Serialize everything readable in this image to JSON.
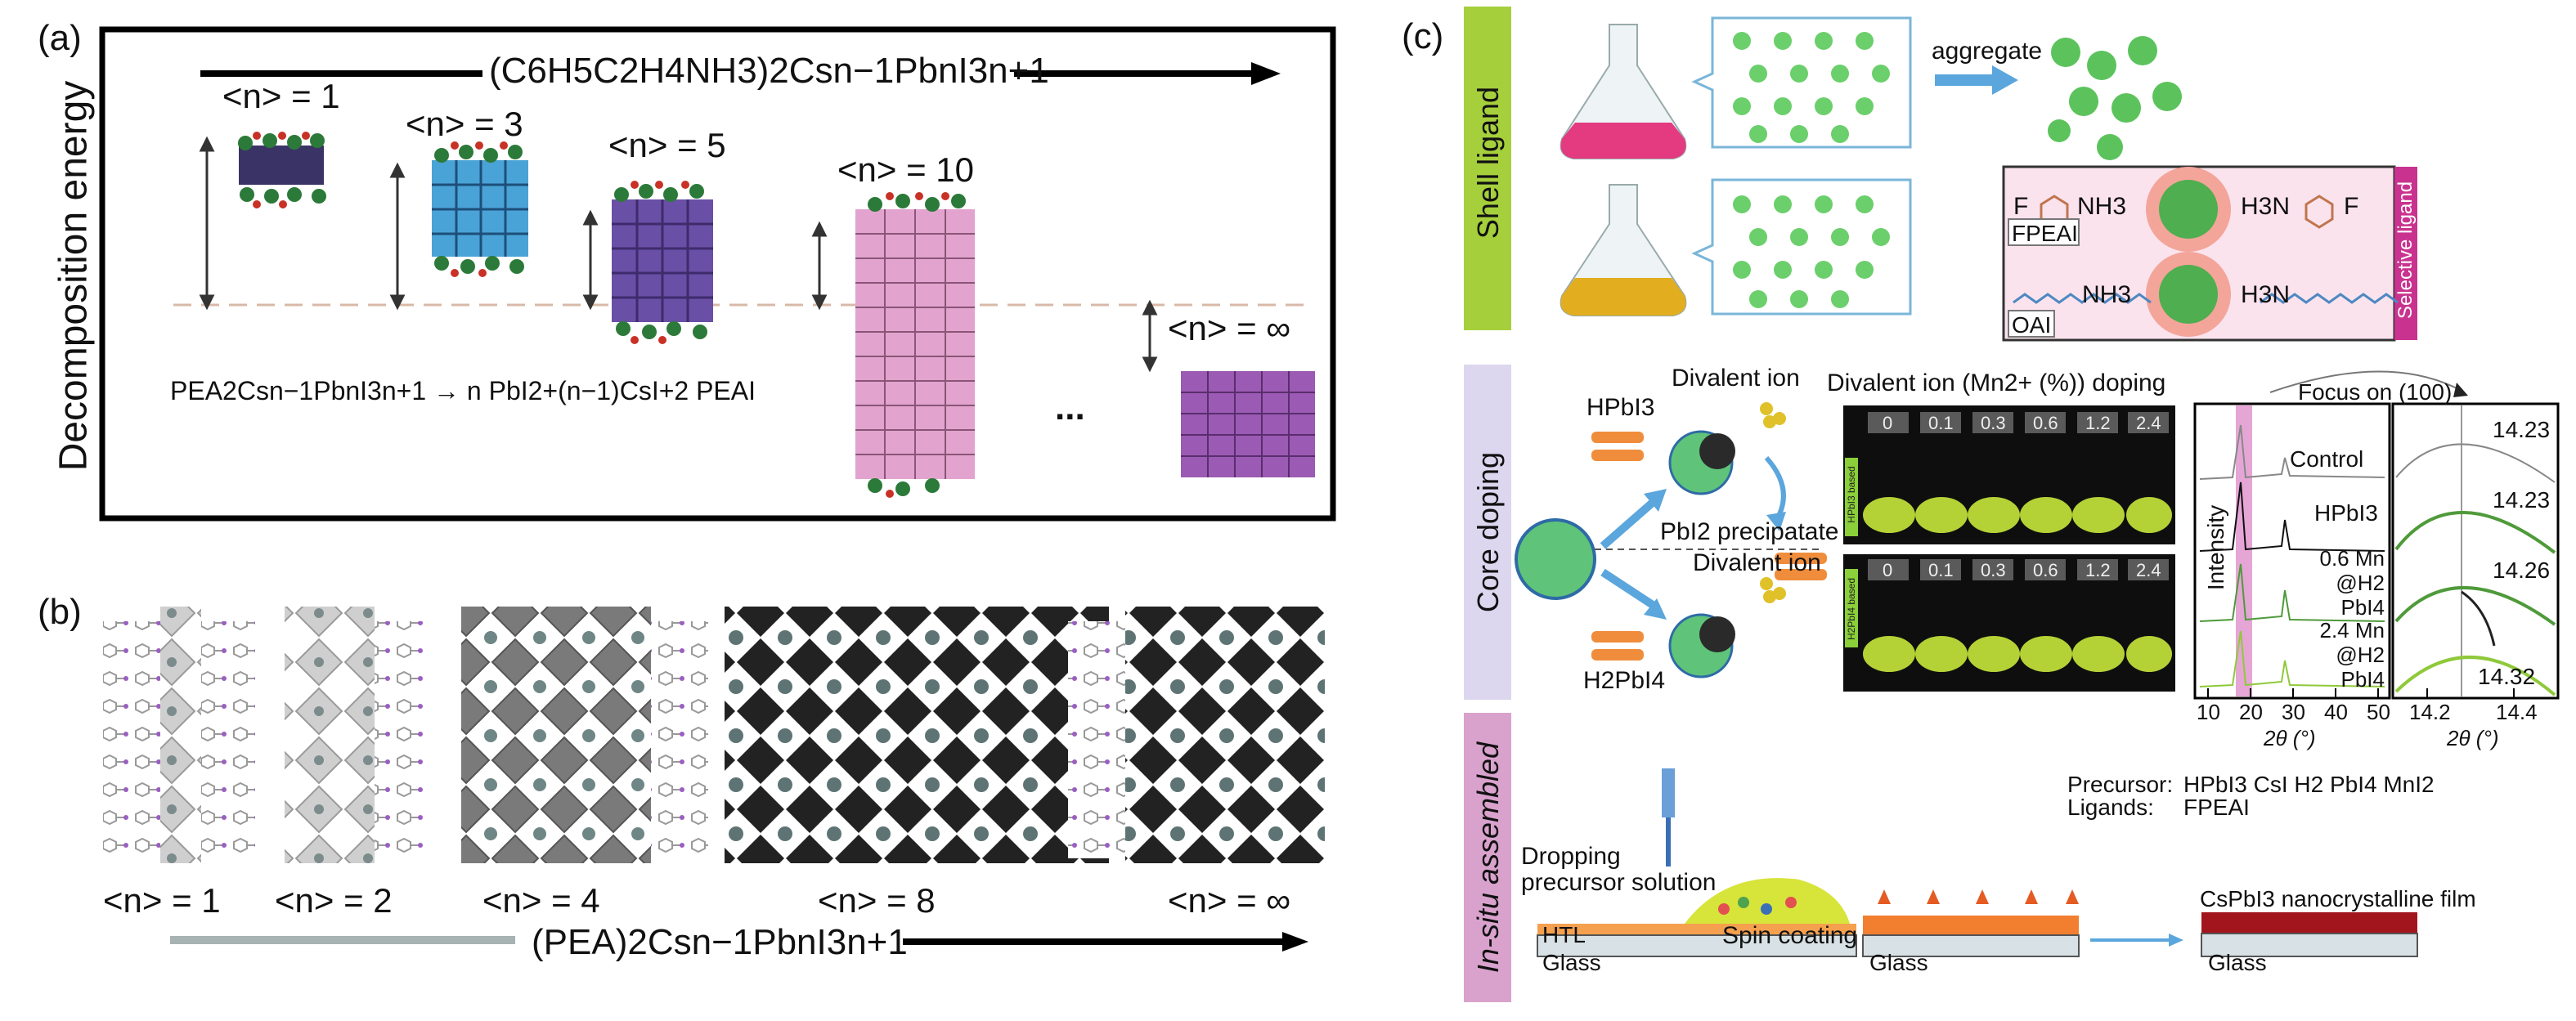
{
  "panel_a": {
    "label": "(a)",
    "y_axis": "Decomposition energy",
    "formula": "(C6H5C2H4NH3)2Csn−1PbnI3n+1",
    "n_labels": [
      "<n> = 1",
      "<n> = 3",
      "<n> = 5",
      "<n> = 10",
      "<n> = ∞"
    ],
    "reaction": "PEA2Csn−1PbnI3n+1 → n PbI2+(n−1)CsI+2 PEAI",
    "ellipsis": "..."
  },
  "panel_b": {
    "label": "(b)",
    "n_labels": [
      "<n> = 1",
      "<n> = 2",
      "<n> = 4",
      "<n> = 8",
      "<n> = ∞"
    ],
    "formula": "(PEA)2Csn−1PbnI3n+1"
  },
  "panel_c": {
    "label": "(c)",
    "shell": {
      "tab": "Shell ligand",
      "aggregate": "aggregate",
      "fpeai": "FPEAI",
      "oai": "OAI",
      "selective": "Selective ligand",
      "nh3": "NH3",
      "h3n": "H3N",
      "f_left": "F",
      "f_right": "F"
    },
    "core": {
      "tab": "Core doping",
      "hpbi3": "HPbI3",
      "h2pbi4": "H2PbI4",
      "divalent_ion_1": "Divalent ion",
      "divalent_ion_2": "Divalent ion",
      "pbi2": "PbI2 precipatate",
      "photo_title": "Divalent ion (Mn2+ (%)) doping",
      "concentrations": [
        "0",
        "0.1",
        "0.3",
        "0.6",
        "1.2",
        "2.4"
      ],
      "side_top": "HPbI3 based",
      "side_bottom": "H2PbI4 based",
      "xrd": {
        "ylabel": "Intensity",
        "focus": "Focus on (100)",
        "traces": [
          "Control",
          "HPbI3",
          "0.6 Mn @H2 PbI4",
          "2.4 Mn @H2 PbI4"
        ],
        "peaks": [
          "14.23",
          "14.23",
          "14.26",
          "14.32"
        ],
        "x1_ticks": [
          "10",
          "20",
          "30",
          "40",
          "50"
        ],
        "x2_ticks": [
          "14.2",
          "14.4"
        ],
        "xlabel": "2θ (°)"
      }
    },
    "insitu": {
      "tab": "In-situ assembled",
      "precursor_label": "Precursor:",
      "precursor_items": "HPbI3  CsI  H2 PbI4  MnI2",
      "ligands_label": "Ligands:",
      "ligands_items": "FPEAI",
      "dropping": "Dropping precursor solution",
      "htl": "HTL",
      "glass": "Glass",
      "spin": "Spin coating",
      "film": "CsPbI3 nanocrystalline film"
    }
  },
  "colors": {
    "shell_tab": "#a6cf3c",
    "core_tab": "#dcd6ee",
    "insitu_tab": "#d9a2cd",
    "arrow_blue": "#5ba6dc",
    "dashed": "#d8b8a6"
  }
}
